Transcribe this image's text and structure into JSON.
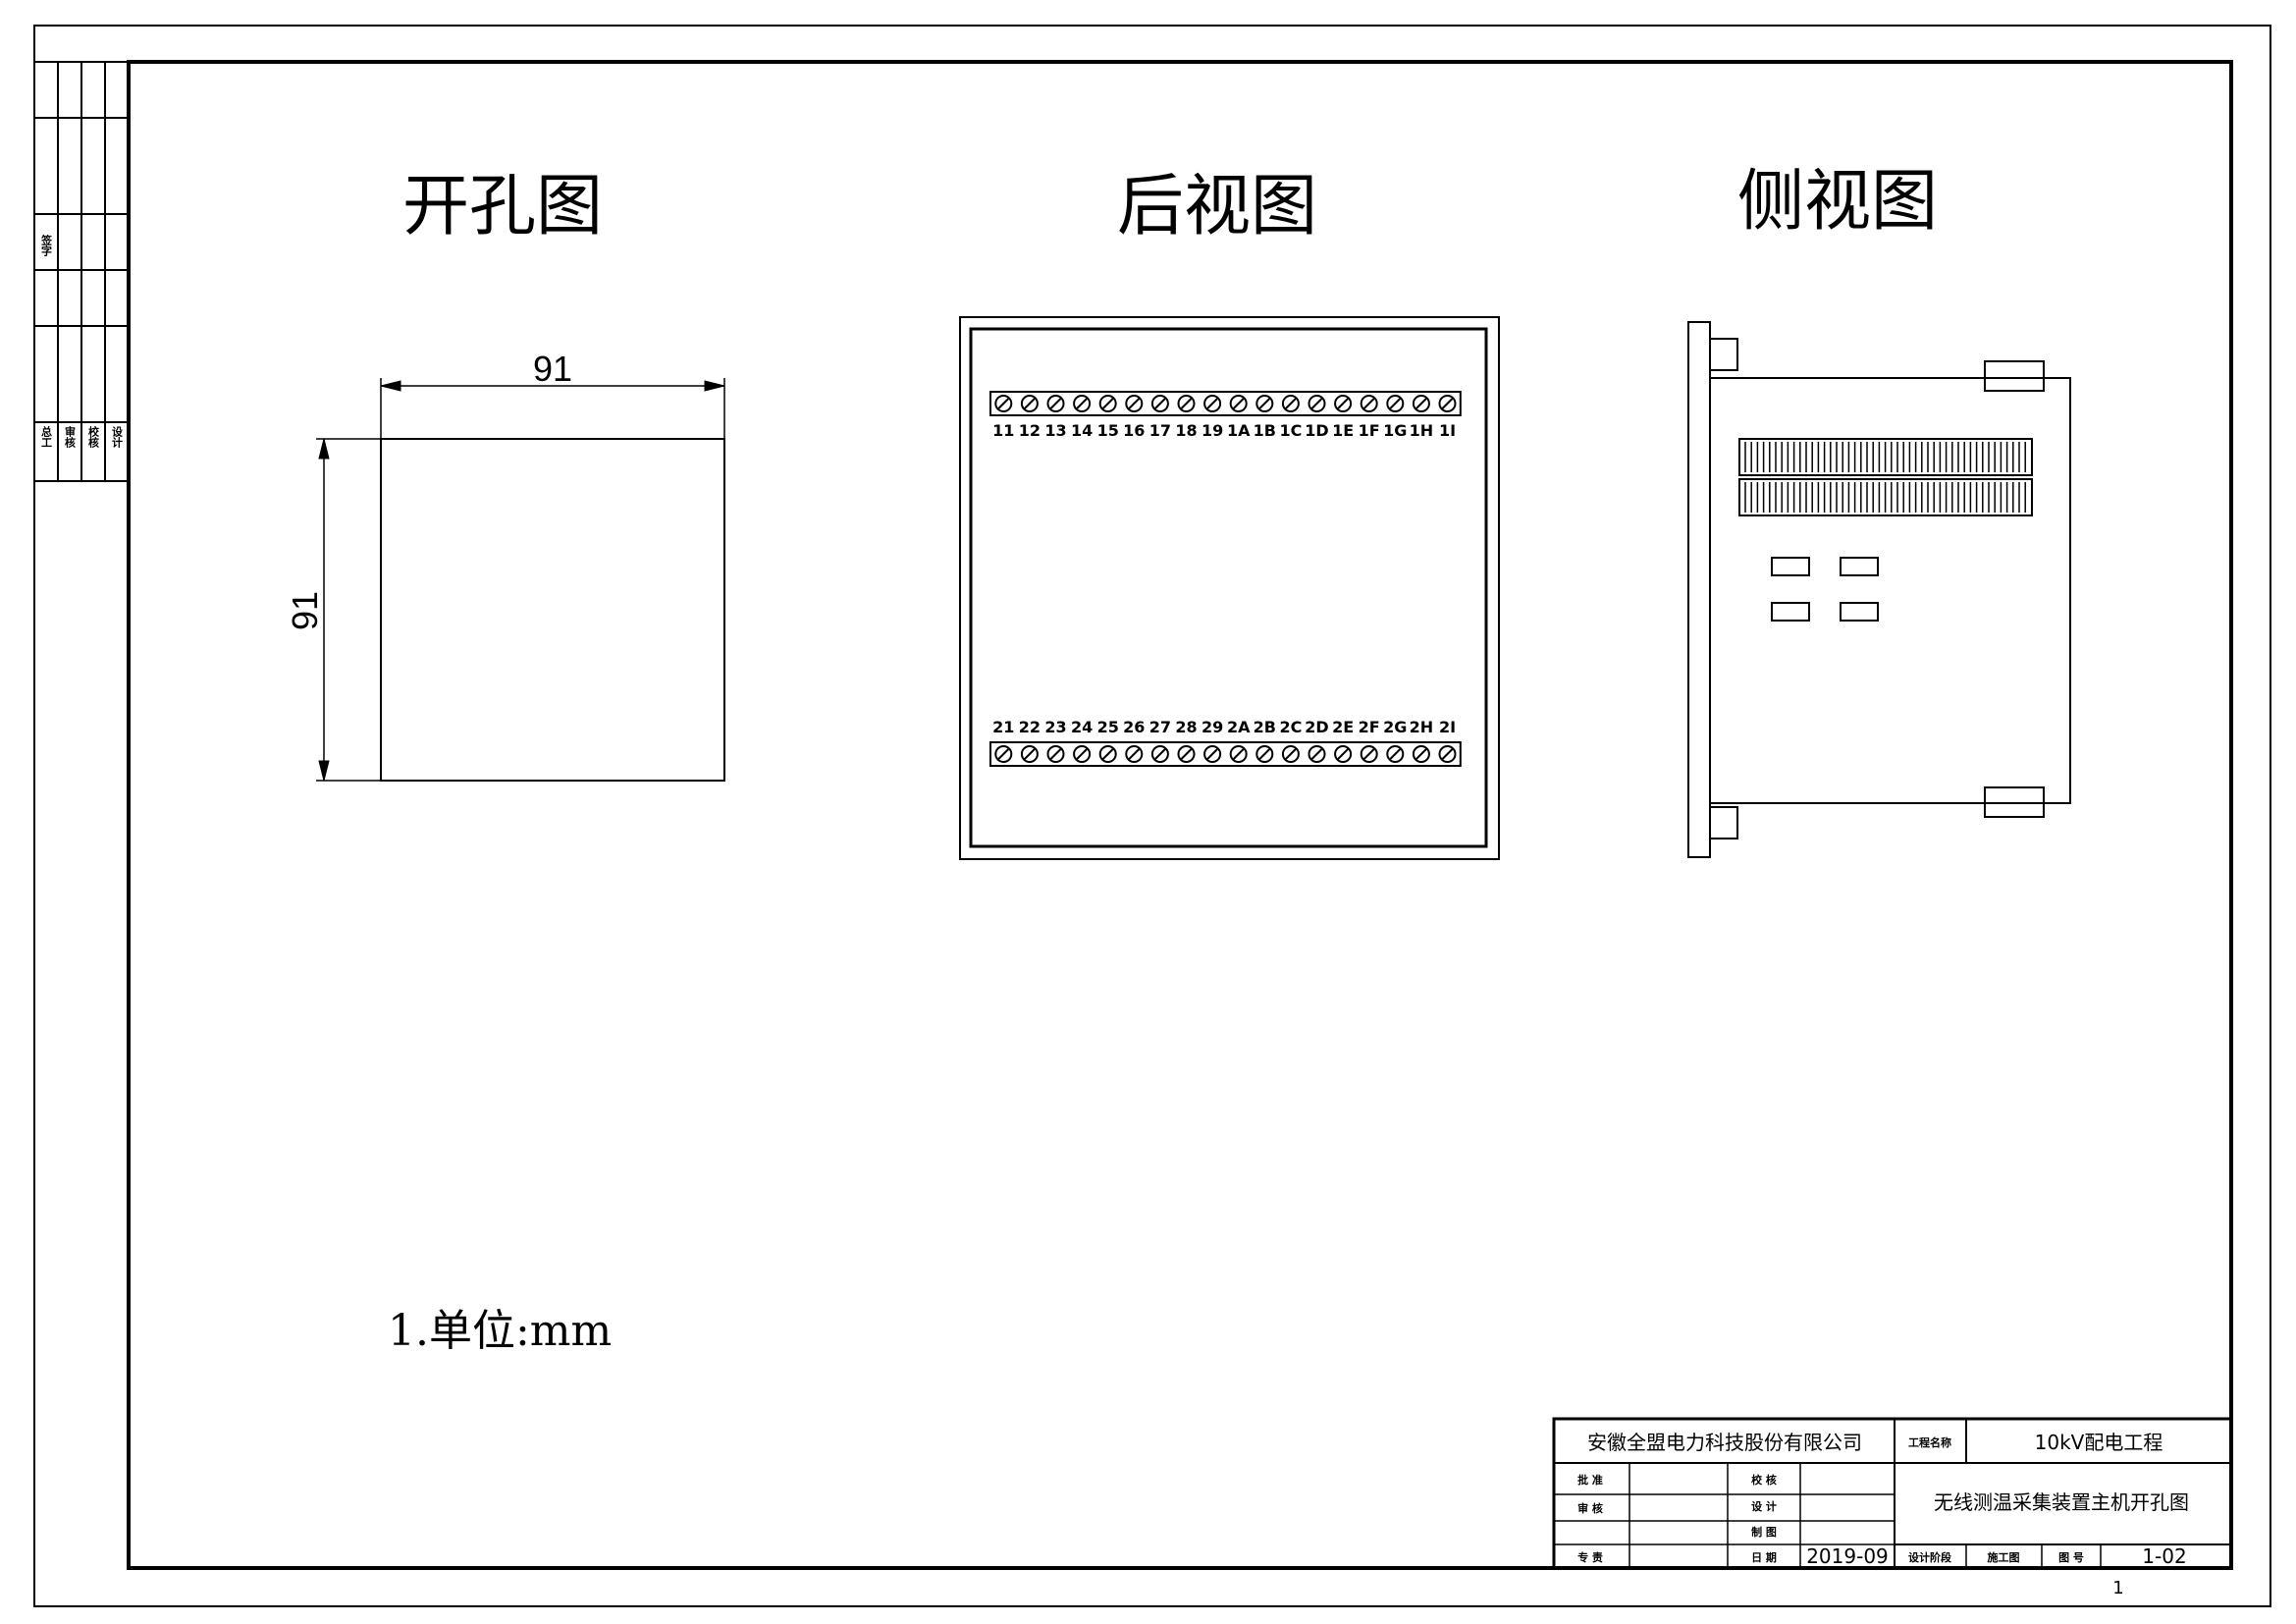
{
  "views": {
    "cutout_title": "开孔图",
    "rear_title": "后视图",
    "side_title": "侧视图"
  },
  "cutout": {
    "width_label": "91",
    "height_label": "91"
  },
  "rear": {
    "top_terminals": [
      "11",
      "12",
      "13",
      "14",
      "15",
      "16",
      "17",
      "18",
      "19",
      "1A",
      "1B",
      "1C",
      "1D",
      "1E",
      "1F",
      "1G",
      "1H",
      "1I"
    ],
    "bottom_terminals": [
      "21",
      "22",
      "23",
      "24",
      "25",
      "26",
      "27",
      "28",
      "29",
      "2A",
      "2B",
      "2C",
      "2D",
      "2E",
      "2F",
      "2G",
      "2H",
      "2I"
    ]
  },
  "note": "1.单位:mm",
  "title_block": {
    "company": "安徽全盟电力科技股份有限公司",
    "project_label": "工程名称",
    "project": "10kV配电工程",
    "drawing_name": "无线测温采集装置主机开孔图",
    "date": "2019-09",
    "phase_label": "设计阶段",
    "phase": "施工图",
    "number_label": "图 号",
    "number": "1-02",
    "sign_rows": [
      {
        "left": "批 准",
        "mid": "校 核"
      },
      {
        "left": "审 核",
        "mid": "设 计"
      },
      {
        "left": "",
        "mid": "制 图"
      },
      {
        "left": "专 责",
        "mid": "日 期"
      }
    ]
  },
  "side_strip": {
    "top_label": "签字",
    "bottom_labels": [
      "总工",
      "审核",
      "校核",
      "设计"
    ]
  },
  "page_number": "1"
}
